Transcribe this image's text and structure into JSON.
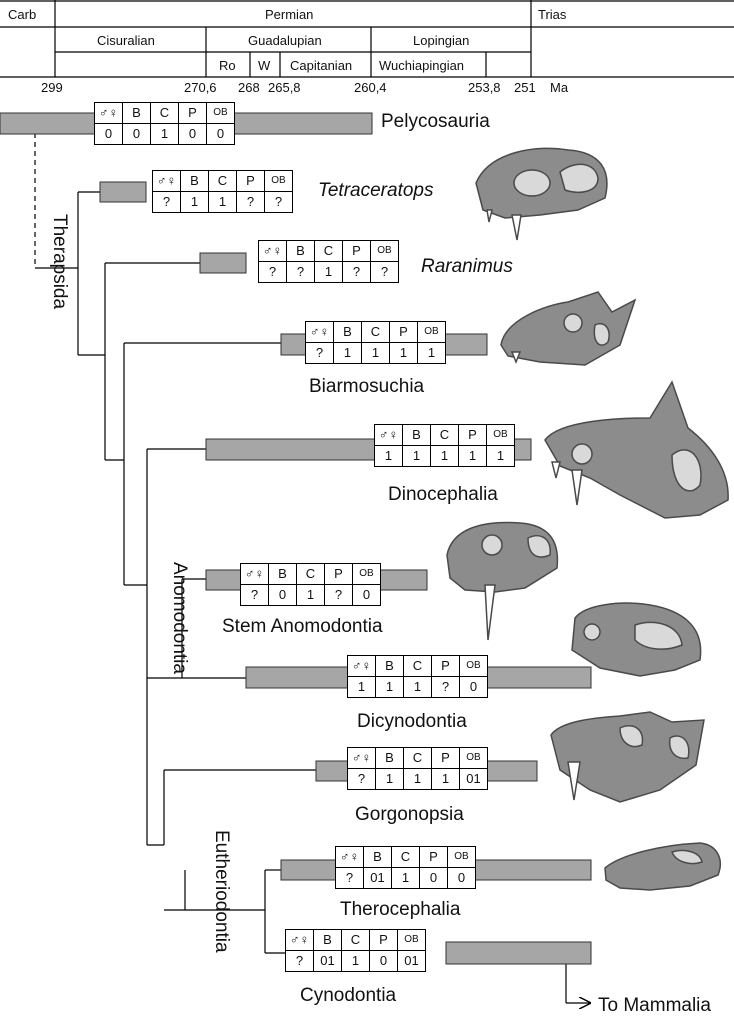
{
  "timescale": {
    "periods": [
      "Carb",
      "Permian",
      "Trias"
    ],
    "epochs": [
      "Cisuralian",
      "Guadalupian",
      "Lopingian"
    ],
    "stages": [
      "Ro",
      "W",
      "Capitanian",
      "Wuchiapingian"
    ],
    "ages": [
      "299",
      "270,6",
      "268",
      "265,8",
      "260,4",
      "253,8",
      "251"
    ],
    "unit": "Ma"
  },
  "char_headers": [
    "♂♀",
    "B",
    "C",
    "P",
    "OB"
  ],
  "taxa": [
    {
      "name": "Pelycosauria",
      "italic": false,
      "states": [
        "0",
        "0",
        "1",
        "0",
        "0"
      ]
    },
    {
      "name": "Tetraceratops",
      "italic": true,
      "states": [
        "?",
        "1",
        "1",
        "?",
        "?"
      ]
    },
    {
      "name": "Raranimus",
      "italic": true,
      "states": [
        "?",
        "?",
        "1",
        "?",
        "?"
      ]
    },
    {
      "name": "Biarmosuchia",
      "italic": false,
      "states": [
        "?",
        "1",
        "1",
        "1",
        "1"
      ]
    },
    {
      "name": "Dinocephalia",
      "italic": false,
      "states": [
        "1",
        "1",
        "1",
        "1",
        "1"
      ]
    },
    {
      "name": "Stem Anomodontia",
      "italic": false,
      "states": [
        "?",
        "0",
        "1",
        "?",
        "0"
      ]
    },
    {
      "name": "Dicynodontia",
      "italic": false,
      "states": [
        "1",
        "1",
        "1",
        "?",
        "0"
      ]
    },
    {
      "name": "Gorgonopsia",
      "italic": false,
      "states": [
        "?",
        "1",
        "1",
        "1",
        "01"
      ]
    },
    {
      "name": "Therocephalia",
      "italic": false,
      "states": [
        "?",
        "01",
        "1",
        "0",
        "0"
      ]
    },
    {
      "name": "Cynodontia",
      "italic": false,
      "states": [
        "?",
        "01",
        "1",
        "0",
        "01"
      ]
    }
  ],
  "clades": [
    "Therapsida",
    "Anomodontia",
    "Eutheriodontia"
  ],
  "arrow_label": "To Mammalia",
  "colors": {
    "range_bar": "#a6a6a6",
    "skull": "#8c8c8c",
    "skull_outline": "#4a4a4a",
    "fenestra": "#d9d9d9"
  }
}
